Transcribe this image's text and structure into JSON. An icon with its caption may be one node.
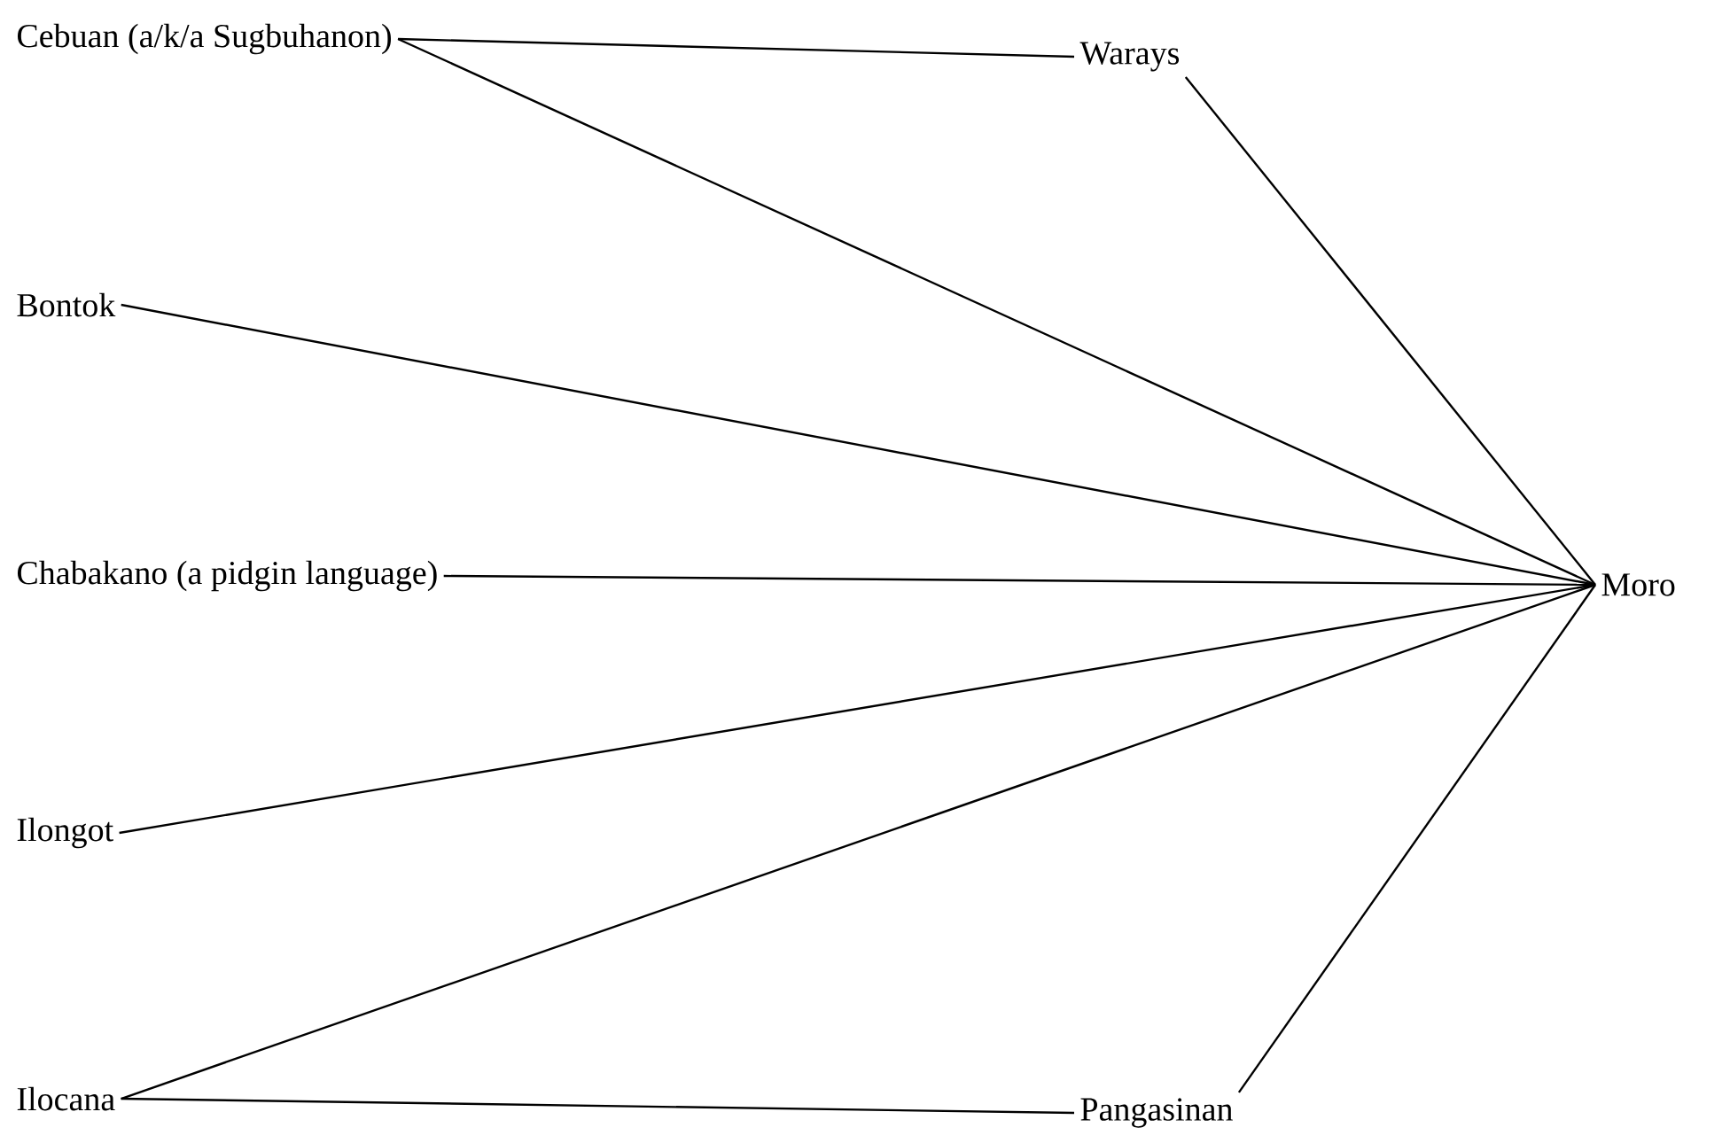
{
  "diagram": {
    "nodes": [
      {
        "text": [
          "Cebuan (a/k/a Sugbuhanon)"
        ]
      },
      {
        "text": [
          "Warays"
        ]
      },
      {
        "text": [
          "Bontok"
        ]
      },
      {
        "text": [
          "Chabakano (a pidgin language)"
        ]
      },
      {
        "text": [
          "Ilongot"
        ]
      },
      {
        "text": [
          "Ilocana"
        ]
      },
      {
        "text": [
          "Pangasinan"
        ]
      },
      {
        "text": [
          "Moro"
        ]
      }
    ],
    "edges": [
      {
        "from": 0,
        "to": 1,
        "arrow": "none"
      },
      {
        "from": 0,
        "to": 7,
        "arrow": "none"
      },
      {
        "from": 1,
        "to": 7,
        "arrow": "none"
      },
      {
        "from": 2,
        "to": 7,
        "arrow": "none"
      },
      {
        "from": 3,
        "to": 7,
        "arrow": "none"
      },
      {
        "from": 4,
        "to": 7,
        "arrow": "none"
      },
      {
        "from": 5,
        "to": 7,
        "arrow": "none"
      },
      {
        "from": 5,
        "to": 6,
        "arrow": "none"
      },
      {
        "from": 6,
        "to": 7,
        "arrow": "none"
      }
    ]
  }
}
